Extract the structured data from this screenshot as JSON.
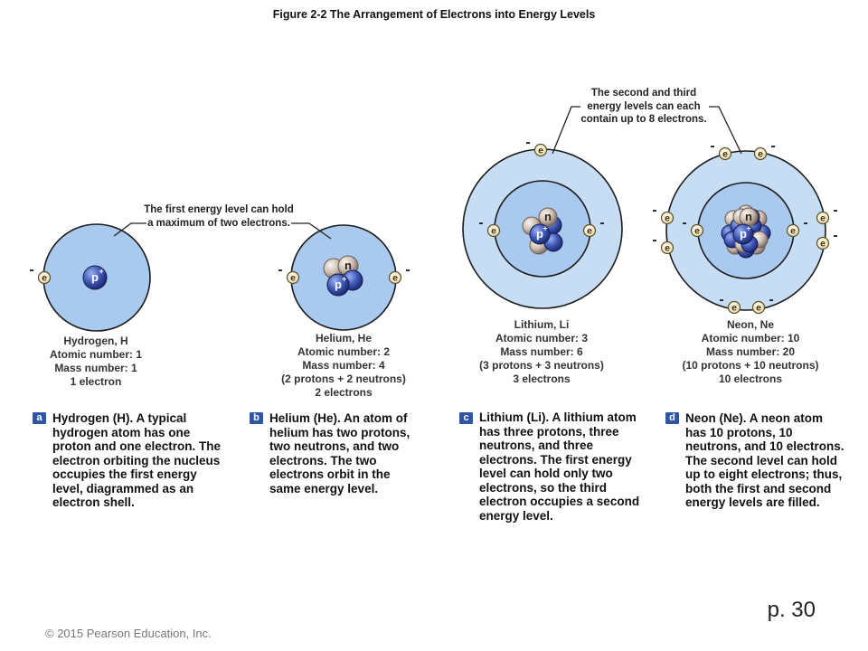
{
  "figure": {
    "title": "Figure 2-2  The Arrangement of Electrons into Energy Levels"
  },
  "callouts": {
    "first_level": "The first energy level can hold a maximum of two electrons.",
    "second_third": "The second and third energy levels can each contain up to 8 electrons."
  },
  "atoms": [
    {
      "name": "Hydrogen, H",
      "atomic_number": "Atomic number: 1",
      "mass_number": "Mass number: 1",
      "composition": "",
      "electrons": "1 electron"
    },
    {
      "name": "Helium, He",
      "atomic_number": "Atomic number: 2",
      "mass_number": "Mass number: 4",
      "composition": "(2 protons + 2 neutrons)",
      "electrons": "2 electrons"
    },
    {
      "name": "Lithium, Li",
      "atomic_number": "Atomic number: 3",
      "mass_number": "Mass number: 6",
      "composition": "(3 protons + 3 neutrons)",
      "electrons": "3 electrons"
    },
    {
      "name": "Neon, Ne",
      "atomic_number": "Atomic number: 10",
      "mass_number": "Mass number: 20",
      "composition": "(10 protons + 10 neutrons)",
      "electrons": "10 electrons"
    }
  ],
  "captions": [
    {
      "badge": "a",
      "text": "Hydrogen (H). A typical hydrogen atom has one proton and one electron. The electron orbiting the nucleus occupies the first energy level, diagrammed as an electron shell."
    },
    {
      "badge": "b",
      "text": "Helium (He). An atom of helium has two protons, two neutrons, and two electrons. The two electrons orbit in the same energy level."
    },
    {
      "badge": "c",
      "text": "Lithium (Li). A lithium atom has three protons, three neutrons, and three electrons. The first energy level can hold only two electrons, so the third electron occupies a second energy level."
    },
    {
      "badge": "d",
      "text": "Neon (Ne). A neon atom has 10 protons, 10 neutrons, and 10 electrons. The second level can hold up to eight electrons; thus, both the first and second energy levels are filled."
    }
  ],
  "particle_labels": {
    "electron": "e",
    "electron_charge": "-",
    "proton": "p",
    "proton_charge": "+",
    "neutron": "n"
  },
  "colors": {
    "shell_fill": "#a9c9ee",
    "outer_shell_fill": "#c7ddf4",
    "shell_stroke": "#1a1a1a",
    "proton": "#3a4eb0",
    "neutron": "#c9bdb3",
    "electron": "#f6efc8",
    "badge": "#2f55a4"
  },
  "page_number": "p. 30",
  "copyright": "© 2015 Pearson Education, Inc."
}
